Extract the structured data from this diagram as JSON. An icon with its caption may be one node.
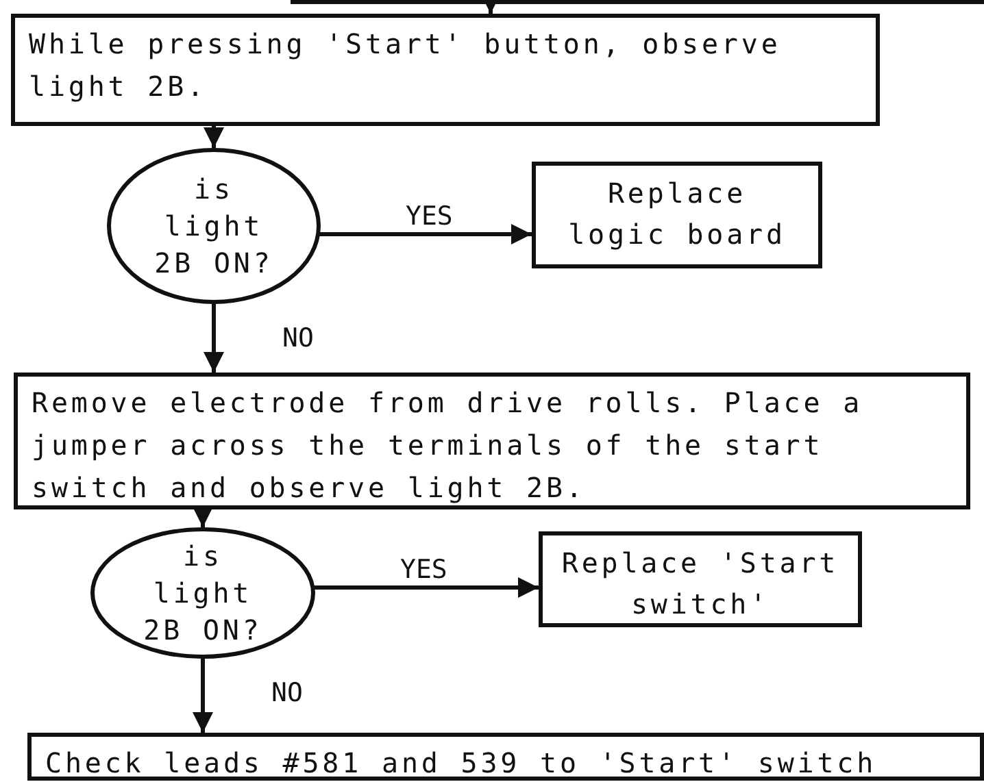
{
  "diagram": {
    "nodes": [
      {
        "text": [
          "While pressing 'Start' button, observe light 2B."
        ]
      },
      {
        "text": [
          "is light 2B ON?"
        ]
      },
      {
        "text": [
          "Replace logic board"
        ]
      },
      {
        "text": [
          "Remove electrode from drive rolls. Place a jumper across the terminals of the start switch and observe light 2B."
        ]
      },
      {
        "text": [
          "is light 2B ON?"
        ]
      },
      {
        "text": [
          "Replace 'Start switch'"
        ]
      },
      {
        "text": [
          "Check leads #581 and 539 to 'Start' switch"
        ]
      }
    ],
    "edges": [
      {
        "from": null,
        "to": 0,
        "arrow": "to"
      },
      {
        "from": 0,
        "to": 1,
        "arrow": "to"
      },
      {
        "from": 1,
        "to": 2,
        "arrow": "to",
        "label": "YES"
      },
      {
        "from": 1,
        "to": 3,
        "arrow": "to",
        "label": "NO"
      },
      {
        "from": 3,
        "to": 4,
        "arrow": "to"
      },
      {
        "from": 4,
        "to": 5,
        "arrow": "to",
        "label": "YES"
      },
      {
        "from": 4,
        "to": 6,
        "arrow": "to",
        "label": "NO"
      }
    ]
  }
}
